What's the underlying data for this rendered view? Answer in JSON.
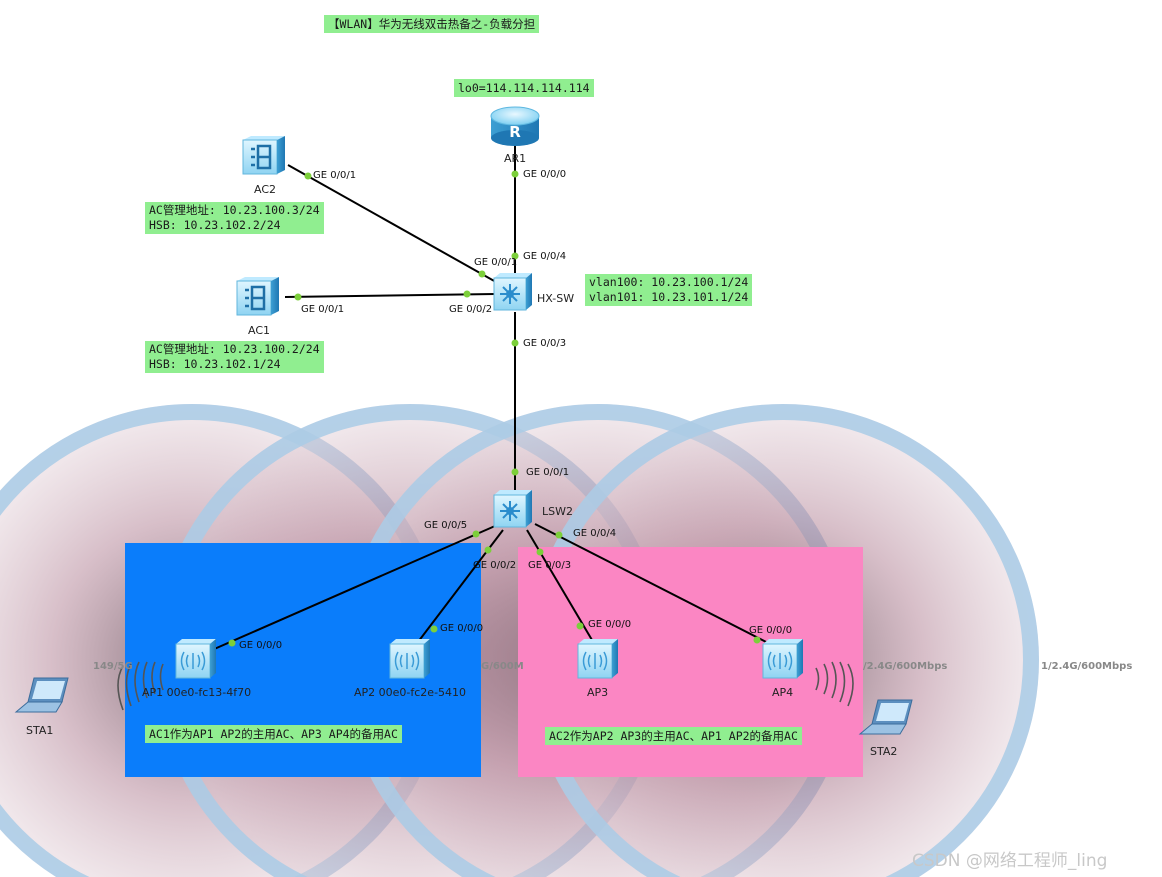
{
  "title": "【WLAN】华为无线双击热备之-负载分担",
  "loopback_note": "lo0=114.114.114.114",
  "devices": {
    "ar1": "AR1",
    "hx_sw": "HX-SW",
    "lsw2": "LSW2",
    "ac1": "AC1",
    "ac2": "AC2",
    "ap1": "AP1 00e0-fc13-4f70",
    "ap2": "AP2 00e0-fc2e-5410",
    "ap3": "AP3",
    "ap4": "AP4",
    "sta1": "STA1",
    "sta2": "STA2"
  },
  "notes": {
    "ac2_mgmt": "AC管理地址: 10.23.100.3/24",
    "ac2_hsb": "HSB: 10.23.102.2/24",
    "ac1_mgmt": "AC管理地址: 10.23.100.2/24",
    "ac1_hsb": "HSB: 10.23.102.1/24",
    "vlan100": "vlan100: 10.23.100.1/24",
    "vlan101": "vlan101: 10.23.101.1/24",
    "zone_blue": "AC1作为AP1 AP2的主用AC、AP3 AP4的备用AC",
    "zone_pink": "AC2作为AP2 AP3的主用AC、AP1 AP2的备用AC"
  },
  "ports": {
    "ar1_g000": "GE 0/0/0",
    "hx_g004": "GE 0/0/4",
    "hx_g001": "GE 0/0/1",
    "hx_g002": "GE 0/0/2",
    "hx_g003": "GE 0/0/3",
    "ac2_g001": "GE 0/0/1",
    "ac1_g001": "GE 0/0/1",
    "lsw2_g001": "GE 0/0/1",
    "lsw2_g005": "GE 0/0/5",
    "lsw2_g002": "GE 0/0/2",
    "lsw2_g003": "GE 0/0/3",
    "lsw2_g004": "GE 0/0/4",
    "ap1_g000": "GE 0/0/0",
    "ap2_g000": "GE 0/0/0",
    "ap3_g000": "GE 0/0/0",
    "ap4_g000": "GE 0/0/0"
  },
  "wireless_labels": {
    "left_partial": "149/5G",
    "mid_partial": "G/600M",
    "right_partial": "/2.4G/600Mbps",
    "far_right": "1/2.4G/600Mbps"
  },
  "watermark": "CSDN @网络工程师_ling",
  "colors": {
    "note_bg": "#90ee90",
    "zone_blue": "#0a7dfb",
    "zone_pink": "#fb86c3",
    "port_dot": "#7ccf3a",
    "coverage_ring": "#a9cbe6",
    "coverage_fill": "#c9a7b4"
  }
}
